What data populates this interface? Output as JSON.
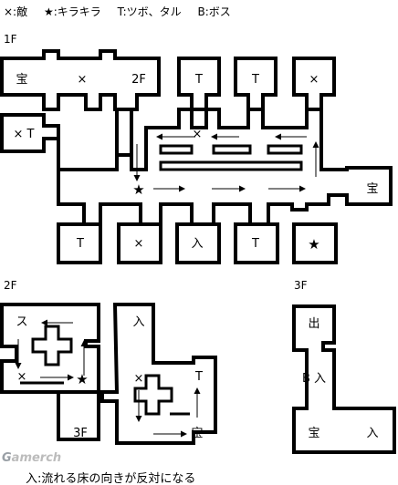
{
  "legend": {
    "enemy": "×:敵",
    "sparkle": "★:キラキラ",
    "pot": "T:ツボ、タル",
    "boss": "B:ボス"
  },
  "floors": {
    "f1": {
      "title": "1F",
      "rooms": {
        "treasure_nw": "宝",
        "enemy_top": "×",
        "stairs_2f": "2F",
        "pot_top_a": "T",
        "pot_top_b": "T",
        "enemy_top_e": "×",
        "enemy_pot_w": "× T",
        "enemy_mid": "×",
        "sparkle_center": "★",
        "treasure_e": "宝",
        "pot_bottom_a": "T",
        "enemy_bottom": "×",
        "entrance": "入",
        "pot_bottom_b": "T",
        "sparkle_se": "★"
      }
    },
    "f2": {
      "title": "2F",
      "rooms": {
        "exit_nw": "ス",
        "enemy_w": "×",
        "sparkle": "★",
        "entrance": "入",
        "enemy_e": "×",
        "pot_e": "T",
        "stairs_3f": "3F",
        "treasure": "宝"
      }
    },
    "f3": {
      "title": "3F",
      "rooms": {
        "exit": "出",
        "boss_entrance": "B 入",
        "treasure": "宝",
        "entrance": "入"
      }
    }
  },
  "footnote": "入:流れる床の向きが反対になる",
  "watermark": {
    "g": "G",
    "rest": "amerch"
  },
  "colors": {
    "wall": "#000000",
    "floor": "#ffffff",
    "watermark": "#bcbcbc"
  }
}
